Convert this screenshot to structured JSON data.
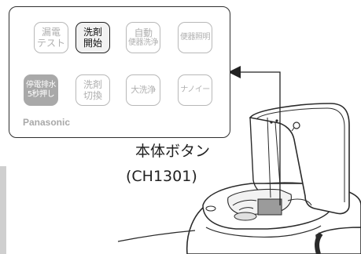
{
  "panel": {
    "buttons_row1": [
      {
        "line1": "漏電",
        "line2": "テスト"
      },
      {
        "line1": "洗剤",
        "line2": "開始"
      },
      {
        "line1": "自動",
        "line2": "便器洗浄"
      },
      {
        "line1": "便器照明"
      }
    ],
    "buttons_row2": [
      {
        "line1": "停電排水",
        "line2": "5秒押し"
      },
      {
        "line1": "洗剤",
        "line2": "切換"
      },
      {
        "line1": "大洗浄"
      },
      {
        "line1": "ナノイー"
      }
    ],
    "brand": "Panasonic"
  },
  "callout": {
    "label": "本体ボタン",
    "model": "(CH1301)"
  },
  "colors": {
    "active_border": "#222222",
    "inactive_text": "#b0b0b0",
    "filled_bg": "#a9a9a9"
  }
}
